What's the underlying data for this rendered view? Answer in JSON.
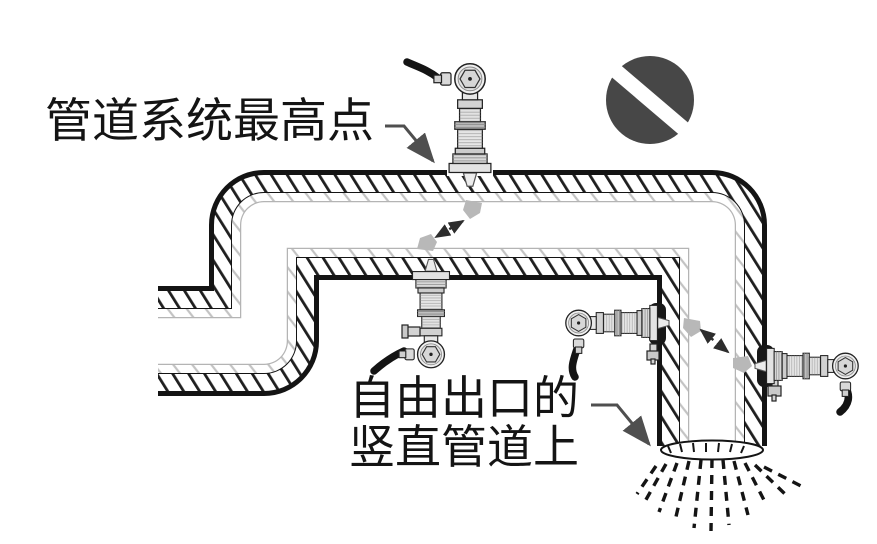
{
  "diagram": {
    "description": "prohibited-mounting-locations-figure",
    "callouts": {
      "highest_point": {
        "text": "管道系统最高点"
      },
      "free_outlet": {
        "line1": "自由出口的",
        "line2": "竖直管道上"
      }
    },
    "icons": {
      "prohibition": "prohibition-icon",
      "sensors": "flow-transmitter-icon",
      "position_arrows": "double-headed-dashed-arrow",
      "outlet_spray": "water-spray"
    },
    "colors": {
      "background": "#ffffff",
      "outline": "#141414",
      "hatch_dark": "#1f1f1f",
      "hatch_light": "#c3c3c3",
      "inner_highlight": "#b4b4b4",
      "prohibition_circle": "#474747",
      "leader_arrow": "#4f4f4f",
      "position_marker": "#b8b8b8",
      "arrow_dark": "#2d2d2d"
    }
  }
}
